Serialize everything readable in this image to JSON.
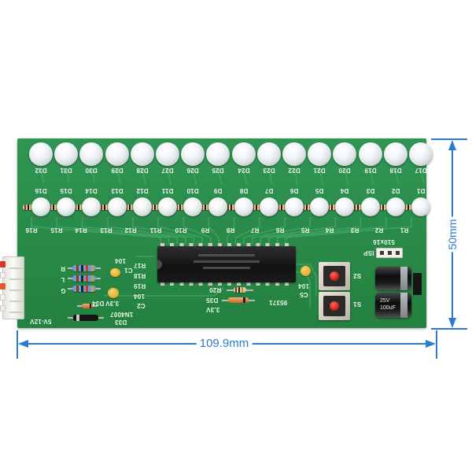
{
  "dimensions": {
    "height": "50mm",
    "width": "109.9mm"
  },
  "pcb": {
    "led_row_top": [
      "D32",
      "D31",
      "D30",
      "D29",
      "D28",
      "D27",
      "D26",
      "D25",
      "D24",
      "D23",
      "D22",
      "D21",
      "D20",
      "D19",
      "D18",
      "D17"
    ],
    "led_row_bottom": [
      "D16",
      "D15",
      "D14",
      "D13",
      "D12",
      "D11",
      "D10",
      "D9",
      "D8",
      "D7",
      "D6",
      "D5",
      "D4",
      "D3",
      "D2",
      "D1"
    ],
    "led_resistors": [
      "R16",
      "R15",
      "R14",
      "R13",
      "R12",
      "R11",
      "R10",
      "R9",
      "R8",
      "R7",
      "R6",
      "R5",
      "R4",
      "R3",
      "R2",
      "R1"
    ],
    "resistor_note": "510x16",
    "isp_label": "ISP",
    "switches": [
      "S2",
      "S1"
    ],
    "c5": {
      "name": "C5",
      "value": "104"
    },
    "board_code": "95371",
    "r20": "R20",
    "d35": {
      "name": "D35",
      "value": "3.3V"
    },
    "c1": {
      "name": "C1",
      "value": "104"
    },
    "left_resistors": [
      "R17",
      "R18",
      "R19"
    ],
    "c2": {
      "name": "C2",
      "value": "104"
    },
    "d34": {
      "name": "D34",
      "value": "3.3V"
    },
    "d33": {
      "name": "D33",
      "value": "1N4007"
    },
    "power_input": "5V-12V",
    "connector_pins": [
      "R",
      "L",
      "G"
    ],
    "electrolytic_cap": {
      "voltage": "25V",
      "capacitance": "100uF"
    }
  },
  "colors": {
    "dimension": "#2c7bd0",
    "pcb": "#2a8c4a",
    "silkscreen": "#eef6ec"
  }
}
